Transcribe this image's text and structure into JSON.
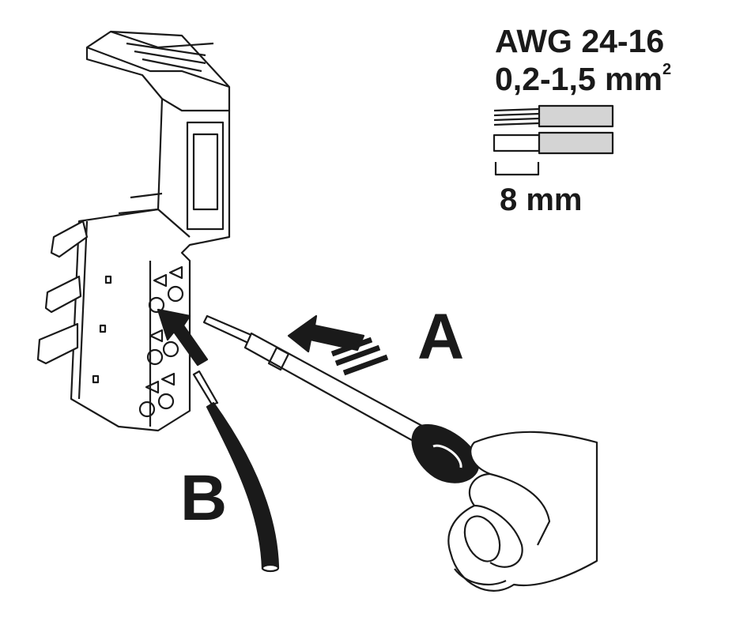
{
  "spec": {
    "awg_range": "AWG 24-16",
    "cross_section": "0,2-1,5 mm",
    "cross_section_exp": "2",
    "strip_length": "8 mm"
  },
  "steps": {
    "a_label": "A",
    "b_label": "B"
  },
  "colors": {
    "line": "#1a1a1a",
    "insulation": "#d4d4d4"
  }
}
